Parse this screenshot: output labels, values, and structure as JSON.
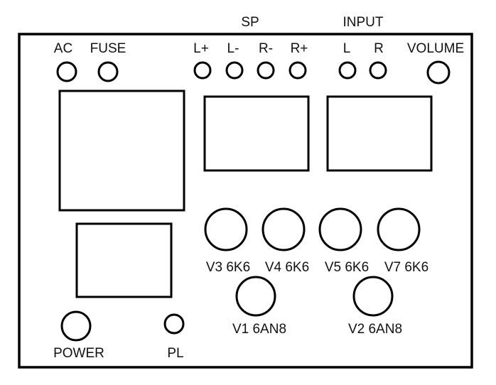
{
  "colors": {
    "stroke": "#000000",
    "text": "#111111",
    "background": "#ffffff"
  },
  "group_labels": {
    "sp": "SP",
    "input": "INPUT"
  },
  "labels": {
    "ac": "AC",
    "fuse": "FUSE",
    "sp_l_plus": "L+",
    "sp_l_minus": "L-",
    "sp_r_minus": "R-",
    "sp_r_plus": "R+",
    "input_l": "L",
    "input_r": "R",
    "volume": "VOLUME",
    "power": "POWER",
    "pilot_lamp": "PL"
  },
  "tubes": {
    "v3": "V3 6K6",
    "v4": "V4 6K6",
    "v5": "V5 6K6",
    "v7": "V7 6K6",
    "v1": "V1 6AN8",
    "v2": "V2 6AN8"
  }
}
